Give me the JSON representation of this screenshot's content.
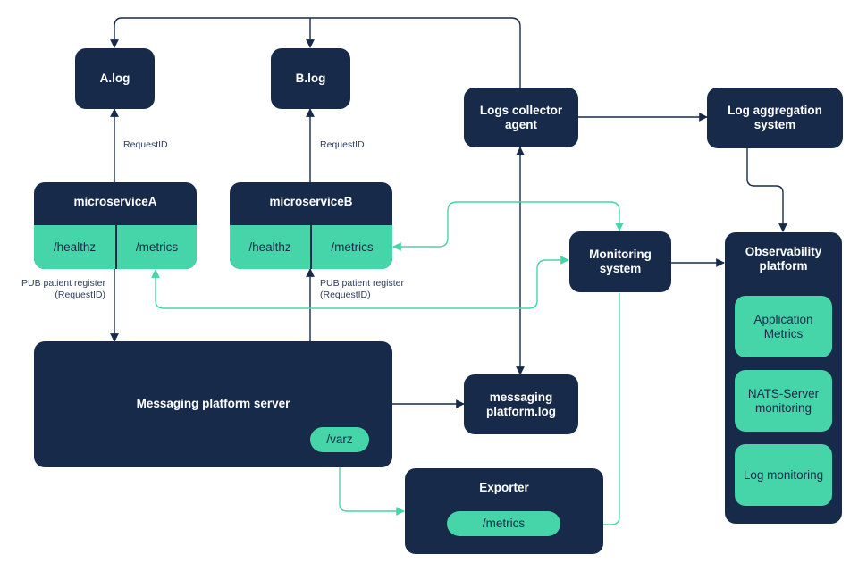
{
  "nodes": {
    "a_log": "A.log",
    "b_log": "B.log",
    "logs_collector": "Logs collector agent",
    "log_aggregation": "Log aggregation system",
    "microservice_a": {
      "title": "microserviceA",
      "healthz": "/healthz",
      "metrics": "/metrics"
    },
    "microservice_b": {
      "title": "microserviceB",
      "healthz": "/healthz",
      "metrics": "/metrics"
    },
    "monitoring": "Monitoring system",
    "observability": {
      "title": "Observability platform",
      "items": [
        "Application Metrics",
        "NATS-Server monitoring",
        "Log monitoring"
      ]
    },
    "messaging_server": {
      "title": "Messaging platform server",
      "varz": "/varz"
    },
    "messaging_log": "messaging platform.log",
    "exporter": {
      "title": "Exporter",
      "metrics": "/metrics"
    }
  },
  "edge_labels": {
    "request_id_a": "RequestID",
    "request_id_b": "RequestID",
    "pub_a_line1": "PUB patient register",
    "pub_a_line2": "(RequestID)",
    "pub_b_line1": "PUB patient register",
    "pub_b_line2": "(RequestID)"
  },
  "colors": {
    "node": "#172a4a",
    "accent": "#46d5a8",
    "flow": "#172a4a",
    "metrics_flow": "#46d5a8"
  }
}
